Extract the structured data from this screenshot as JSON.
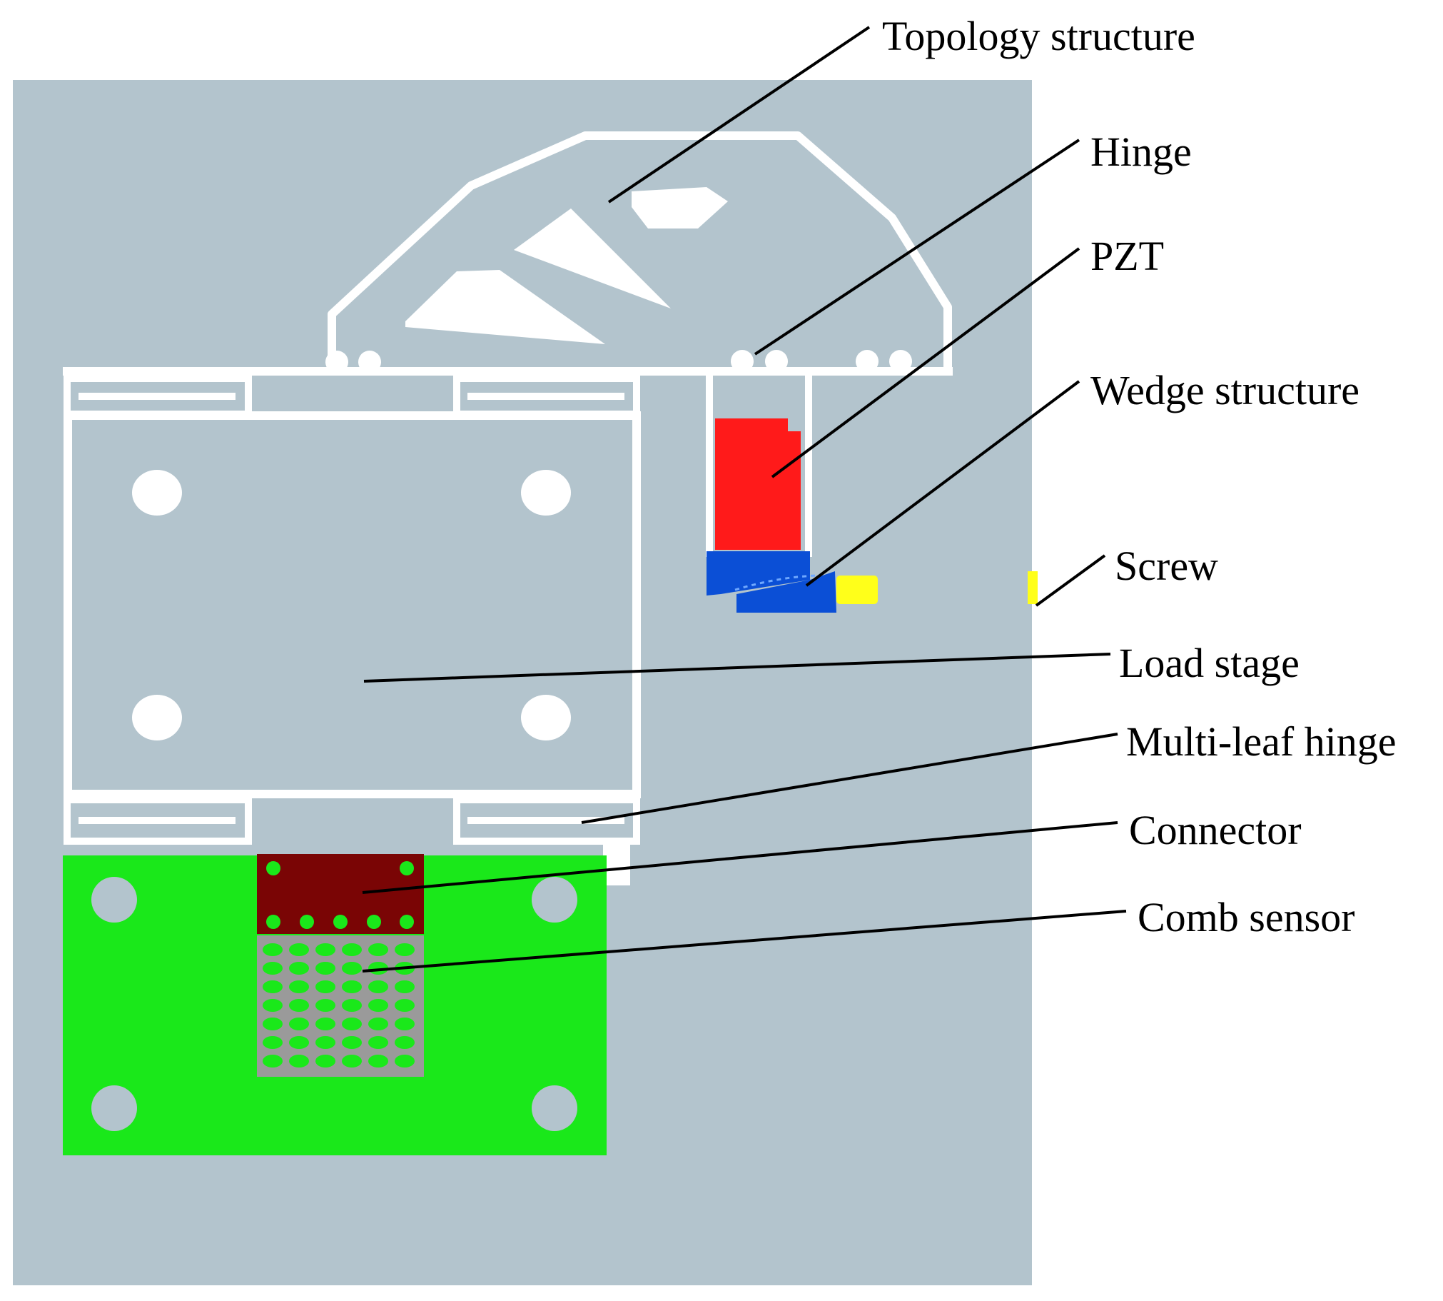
{
  "labels": {
    "topology": "Topology structure",
    "hinge": "Hinge",
    "pzt": "PZT",
    "wedge": "Wedge structure",
    "screw": "Screw",
    "load_stage": "Load stage",
    "multi_leaf": "Multi-leaf hinge",
    "connector": "Connector",
    "comb_sensor": "Comb sensor"
  },
  "colors": {
    "base_plate": "#b3c4cd",
    "cut_lines": "#ffffff",
    "pzt": "#ff1a1a",
    "wedge": "#0b4fd6",
    "screw": "#ffff1a",
    "board": "#1ae81a",
    "connector": "#7a0505",
    "sensor": "#9a9a9a"
  }
}
